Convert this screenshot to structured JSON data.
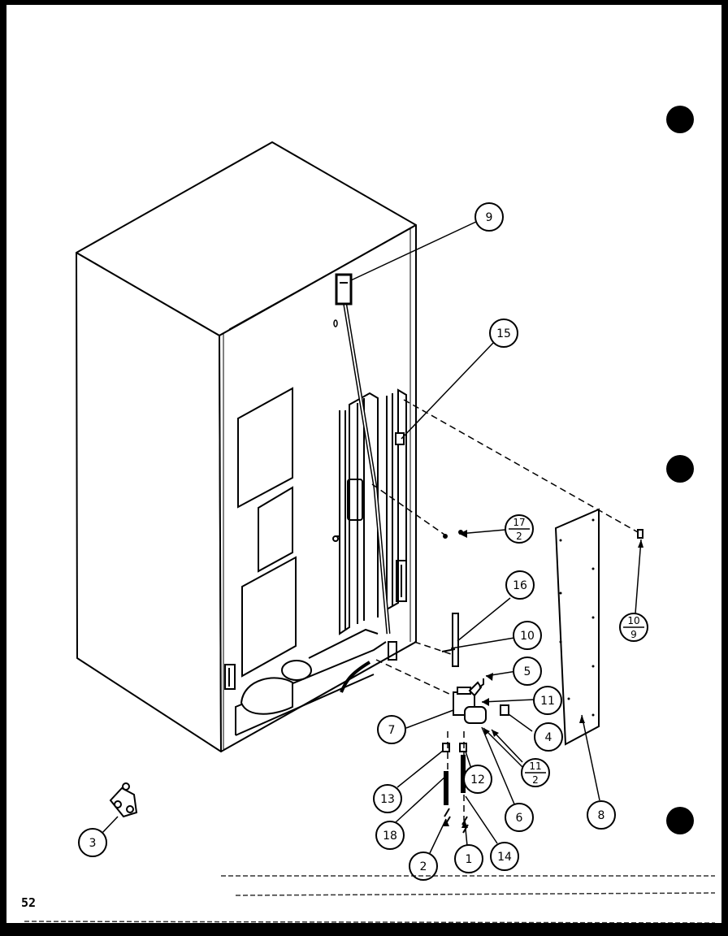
{
  "page": {
    "number": "52"
  },
  "callouts": [
    {
      "id": "9",
      "label": "9"
    },
    {
      "id": "15",
      "label": "15"
    },
    {
      "id": "17-2",
      "top": "17",
      "bottom": "2"
    },
    {
      "id": "16",
      "label": "16"
    },
    {
      "id": "10",
      "label": "10"
    },
    {
      "id": "10-9",
      "top": "10",
      "bottom": "9"
    },
    {
      "id": "5",
      "label": "5"
    },
    {
      "id": "11",
      "label": "11"
    },
    {
      "id": "7",
      "label": "7"
    },
    {
      "id": "4",
      "label": "4"
    },
    {
      "id": "11-2",
      "top": "11",
      "bottom": "2"
    },
    {
      "id": "13",
      "label": "13"
    },
    {
      "id": "12",
      "label": "12"
    },
    {
      "id": "6",
      "label": "6"
    },
    {
      "id": "8",
      "label": "8"
    },
    {
      "id": "18",
      "label": "18"
    },
    {
      "id": "3",
      "label": "3"
    },
    {
      "id": "2",
      "label": "2"
    },
    {
      "id": "1",
      "label": "1"
    },
    {
      "id": "14",
      "label": "14"
    }
  ]
}
